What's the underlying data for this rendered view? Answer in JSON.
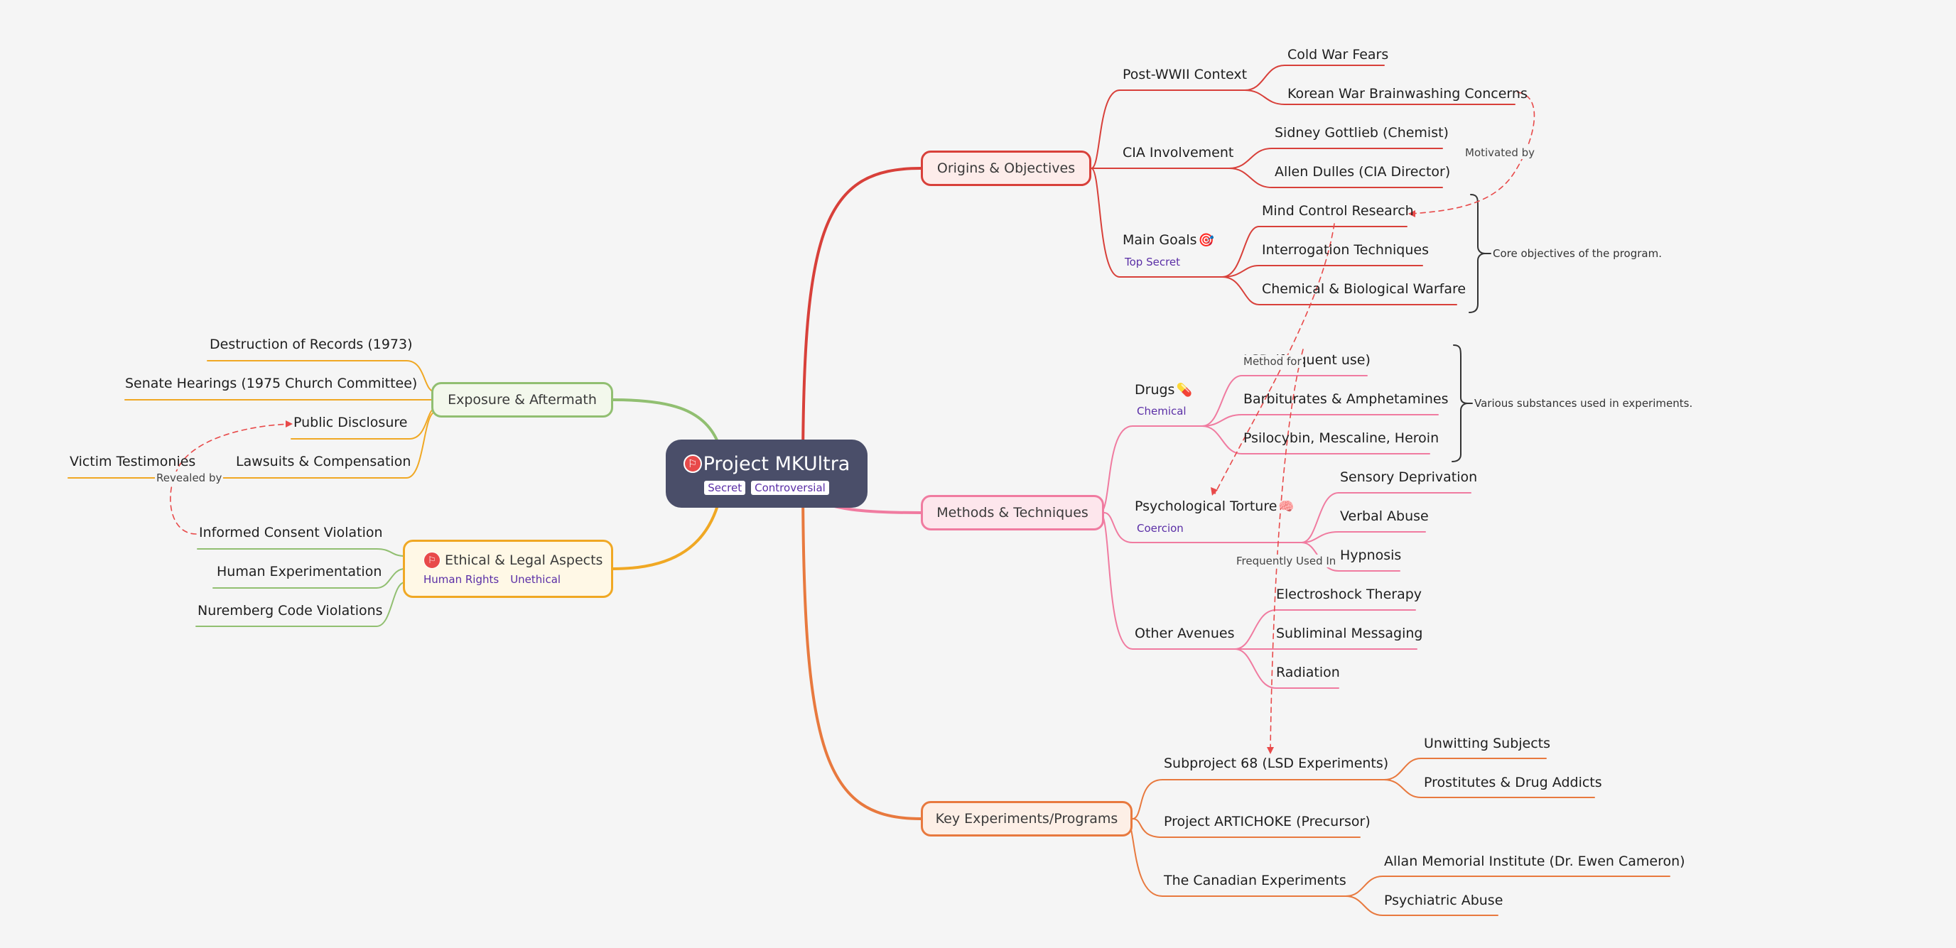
{
  "central": {
    "title": "Project MKUltra",
    "icon": "flag-icon",
    "tags": [
      "Secret",
      "Controversial"
    ]
  },
  "origins": {
    "label": "Origins & Objectives",
    "color": "#d8403a",
    "post_wwii": {
      "label": "Post-WWII Context",
      "children": [
        "Cold War Fears",
        "Korean War Brainwashing Concerns"
      ]
    },
    "cia": {
      "label": "CIA Involvement",
      "children": [
        "Sidney Gottlieb (Chemist)",
        "Allen Dulles (CIA Director)"
      ]
    },
    "goals": {
      "label": "Main Goals",
      "icon": "target-icon",
      "tag": "Top Secret",
      "children": [
        "Mind Control Research",
        "Interrogation Techniques",
        "Chemical & Biological Warfare"
      ],
      "summary": "Core objectives of the program."
    }
  },
  "methods": {
    "label": "Methods & Techniques",
    "color": "#f07ba0",
    "drugs": {
      "label": "Drugs",
      "icon": "pill-icon",
      "tag": "Chemical",
      "children": [
        "LSD (frequent use)",
        "Barbiturates & Amphetamines",
        "Psilocybin, Mescaline, Heroin"
      ],
      "summary": "Various substances used in experiments."
    },
    "psych": {
      "label": "Psychological Torture",
      "icon": "brain-icon",
      "tag": "Coercion",
      "children": [
        "Sensory Deprivation",
        "Verbal Abuse",
        "Hypnosis"
      ]
    },
    "other": {
      "label": "Other Avenues",
      "children": [
        "Electroshock Therapy",
        "Subliminal Messaging",
        "Radiation"
      ]
    }
  },
  "key": {
    "label": "Key Experiments/Programs",
    "color": "#e8793e",
    "sub68": {
      "label": "Subproject 68 (LSD Experiments)",
      "children": [
        "Unwitting Subjects",
        "Prostitutes & Drug Addicts"
      ]
    },
    "artichoke": {
      "label": "Project ARTICHOKE (Precursor)"
    },
    "canadian": {
      "label": "The Canadian Experiments",
      "children": [
        "Allan Memorial Institute (Dr. Ewen Cameron)",
        "Psychiatric Abuse"
      ]
    }
  },
  "exposure": {
    "label": "Exposure & Aftermath",
    "color": "#91bf71",
    "children": [
      "Destruction of Records (1973)",
      "Senate Hearings (1975 Church Committee)",
      "Public Disclosure",
      "Lawsuits & Compensation"
    ],
    "lawsuits_child": "Victim Testimonies"
  },
  "ethical": {
    "label": "Ethical & Legal Aspects",
    "color": "#f0a824",
    "icon": "flag-icon",
    "tags": [
      "Human Rights",
      "Unethical"
    ],
    "children": [
      "Informed Consent Violation",
      "Human Experimentation",
      "Nuremberg Code Violations"
    ]
  },
  "relationships": {
    "motivated_by": "Motivated by",
    "method_for": "Method for",
    "frequently_used_in": "Frequently Used In",
    "revealed_by": "Revealed by"
  }
}
